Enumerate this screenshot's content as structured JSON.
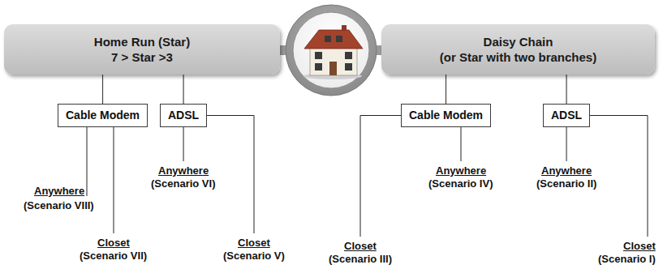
{
  "diagram": {
    "nodes": [
      {
        "text": [
          "Home Run (Star)",
          "7 > Star >3"
        ]
      },
      {
        "text": [
          "Daisy Chain",
          "(or Star with two branches)"
        ]
      },
      {
        "text": [
          "Cable Modem"
        ]
      },
      {
        "text": [
          "ADSL"
        ]
      },
      {
        "text": [
          "Cable Modem"
        ]
      },
      {
        "text": [
          "ADSL"
        ]
      }
    ],
    "edges": [
      {
        "from": 0,
        "to": 2,
        "arrow": "none"
      },
      {
        "from": 0,
        "to": 3,
        "arrow": "none"
      },
      {
        "from": 1,
        "to": 4,
        "arrow": "none"
      },
      {
        "from": 1,
        "to": 5,
        "arrow": "none"
      }
    ],
    "labels": [
      "Anywhere",
      "(Scenario VIII)",
      "Anywhere",
      "(Scenario VI)",
      "Anywhere",
      "(Scenario IV)",
      "Anywhere",
      "(Scenario II)",
      "Closet",
      "(Scenario VII)",
      "Closet",
      "(Scenario V)",
      "Closet",
      "(Scenario III)",
      "Closet",
      "(Scenario I)"
    ]
  }
}
